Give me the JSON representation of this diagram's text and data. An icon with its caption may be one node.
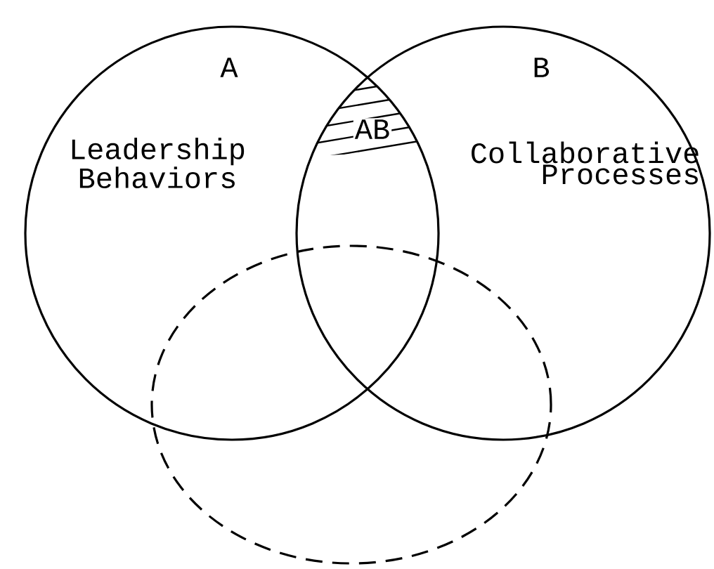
{
  "diagram": {
    "nodes": [
      {
        "text": [
          "A",
          "Leadership Behaviors"
        ]
      },
      {
        "text": [
          "B",
          "Collaborative Processes"
        ]
      },
      {
        "text": [],
        "shape": "circle"
      }
    ],
    "labels": [
      "AB"
    ]
  }
}
